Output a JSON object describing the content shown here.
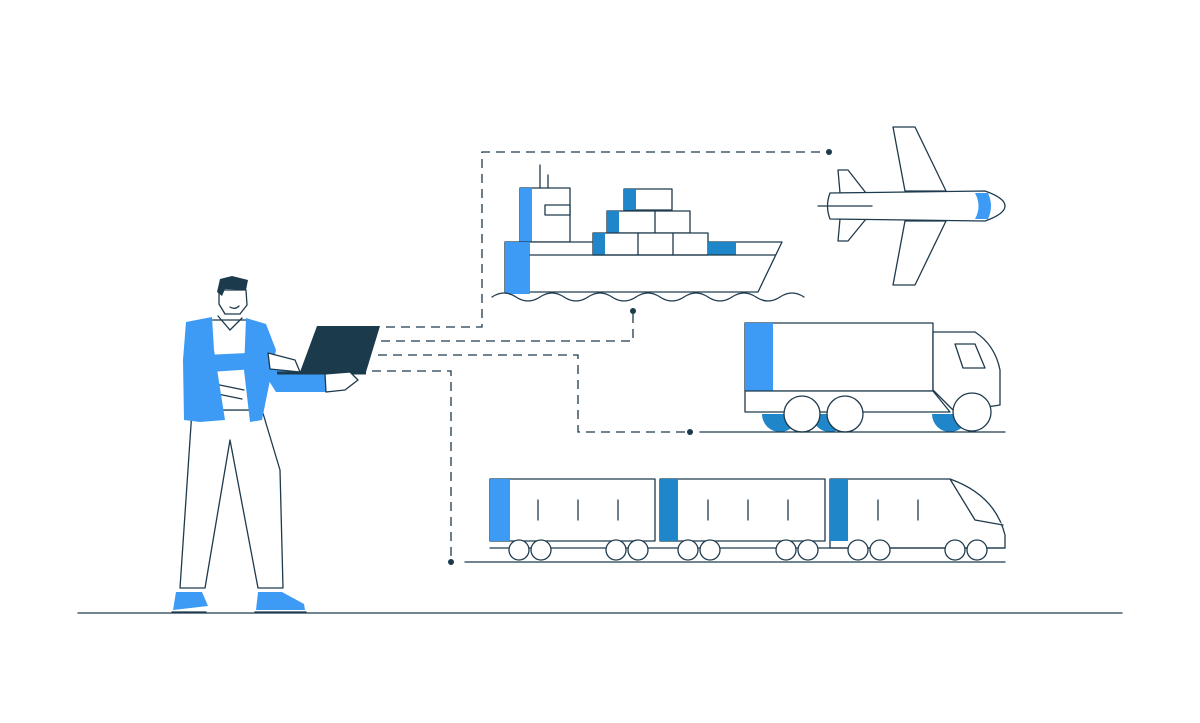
{
  "illustration": {
    "subject": "logistics",
    "elements": [
      "person-with-laptop",
      "cargo-ship",
      "airplane",
      "truck",
      "train"
    ],
    "colors": {
      "accent": "#3d9bf5",
      "accent_dark": "#1f86c9",
      "outline": "#1e3a4c",
      "laptop": "#1b3a4b",
      "background": "#ffffff"
    }
  }
}
